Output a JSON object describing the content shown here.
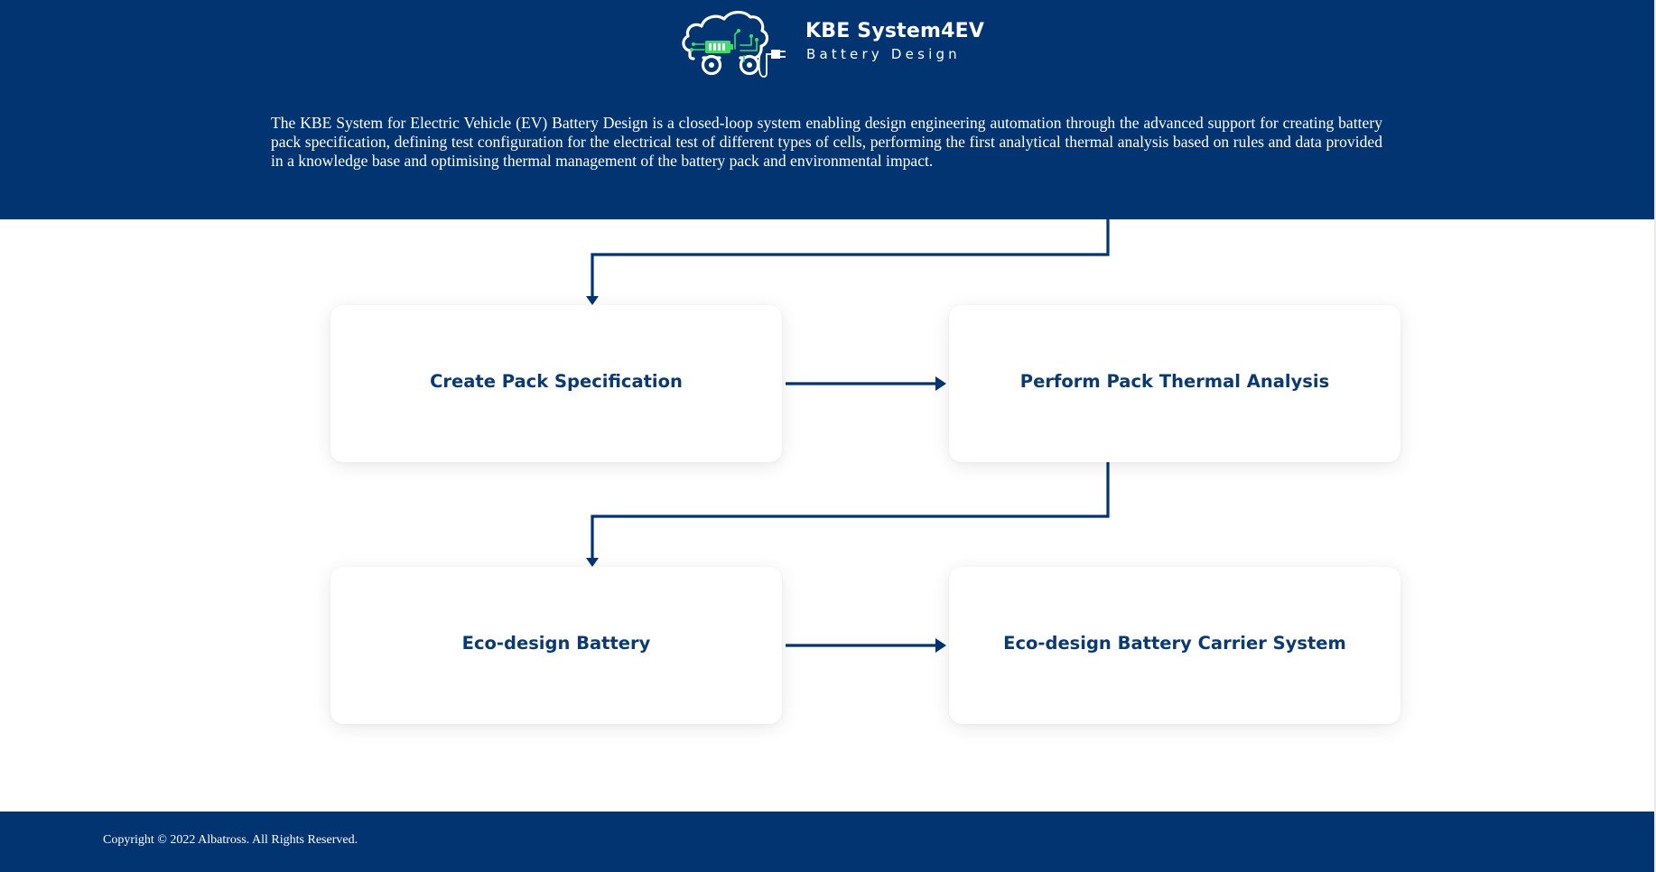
{
  "brand": {
    "title": "KBE System4EV",
    "subtitle": "Battery Design"
  },
  "intro": {
    "text": "The KBE System for Electric Vehicle (EV) Battery Design is a closed-loop system enabling design engineering automation through the advanced support for creating battery pack specification, defining test configuration for the electrical test of different types of cells, performing the first analytical thermal analysis based on rules and data provided in a knowledge base and optimising thermal management of the battery pack and environmental impact."
  },
  "steps": [
    {
      "label": "Create Pack Specification"
    },
    {
      "label": "Perform Pack Thermal Analysis"
    },
    {
      "label": "Eco-design Battery"
    },
    {
      "label": "Eco-design Battery Carrier System"
    }
  ],
  "footer": {
    "copyright": "Copyright © 2022 Albatross. All Rights Reserved."
  },
  "colors": {
    "navy": "#023471",
    "card_text": "#0b3a72",
    "accent_green": "#3ddc6a"
  },
  "icons": {
    "logo": "cloud-ev-car-battery-logo-icon",
    "arrows": "flow-arrow-icon"
  }
}
